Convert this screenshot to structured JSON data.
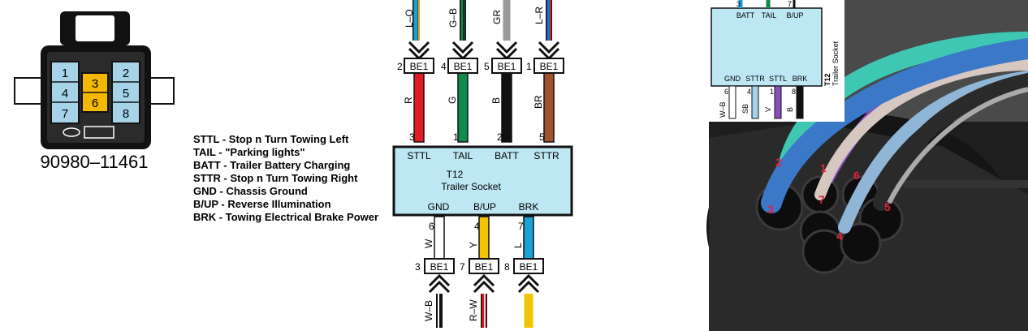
{
  "connector": {
    "part_number": "90980–11461",
    "left_pins": [
      "1",
      "4",
      "7"
    ],
    "center_pins": [
      "3",
      "6"
    ],
    "right_pins": [
      "2",
      "5",
      "8"
    ]
  },
  "legend": [
    "STTL - Stop n Turn Towing Left",
    "TAIL - \"Parking lights\"",
    "BATT - Trailer Battery Charging",
    "STTR - Stop n Turn Towing Right",
    "GND - Chassis Ground",
    "B/UP - Reverse Illumination",
    "BRK - Towing Electrical Brake Power"
  ],
  "socket": {
    "name": "T12",
    "subtitle": "Trailer Socket",
    "top_pins": [
      "STTL",
      "TAIL",
      "BATT",
      "STTR"
    ],
    "top_pin_nums": [
      "3",
      "1",
      "2",
      "5"
    ],
    "bottom_pins": [
      "GND",
      "B/UP",
      "BRK"
    ],
    "bottom_pin_nums": [
      "6",
      "4",
      "7"
    ]
  },
  "top_wires": [
    {
      "code": "L–O",
      "be_num": "2",
      "be": "BE1",
      "color_code": "R"
    },
    {
      "code": "G–B",
      "be_num": "4",
      "be": "BE1",
      "color_code": "G"
    },
    {
      "code": "GR",
      "be_num": "5",
      "be": "BE1",
      "color_code": "B"
    },
    {
      "code": "L–R",
      "be_num": "1",
      "be": "BE1",
      "color_code": "BR"
    }
  ],
  "bottom_wires": [
    {
      "code": "W",
      "be_num": "3",
      "be": "BE1",
      "harness_code": "W–B"
    },
    {
      "code": "Y",
      "be_num": "7",
      "be": "BE1",
      "harness_code": "R–W"
    },
    {
      "code": "L",
      "be_num": "8",
      "be": "BE1",
      "harness_code": ""
    }
  ],
  "inset": {
    "top_labels": [
      "BATT",
      "TAIL",
      "B/UP"
    ],
    "top_nums": [
      "3",
      "7"
    ],
    "bottom_labels": [
      "GND",
      "STTR",
      "STTL",
      "BRK"
    ],
    "side_name": "T12",
    "side_sub": "Trailer Socket",
    "wire_codes": [
      "W–B",
      "SB",
      "V",
      "B"
    ],
    "wire_nums": [
      "6",
      "4",
      "1",
      "8"
    ]
  },
  "photo_labels": [
    "2",
    "1",
    "6",
    "3",
    "7",
    "5",
    "4"
  ],
  "colors": {
    "pin_blue": "#a6d3e8",
    "pin_yellow": "#f5b800",
    "socket_fill": "#bde7f3",
    "red": "#e21b23",
    "green": "#0f8a4a",
    "black": "#111111",
    "brown": "#a0522d",
    "yellow": "#f5c400",
    "cyan": "#1aa2d6",
    "gray": "#9a9a9a",
    "orange": "#f59a1a",
    "teal": "#3ec8b4",
    "violet": "#8a4fbf"
  }
}
